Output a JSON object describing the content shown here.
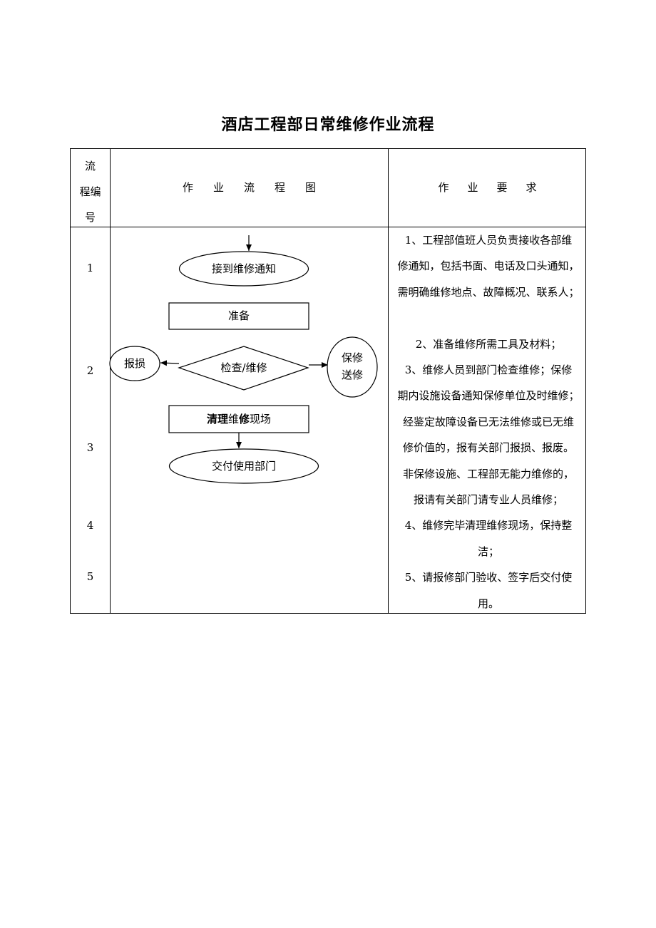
{
  "title": "酒店工程部日常维修作业流程",
  "table": {
    "headers": {
      "number": [
        "流",
        "程编",
        "号"
      ],
      "flow": "作业流程图",
      "requirements": "作业要求"
    },
    "step_numbers": [
      "1",
      "2",
      "3",
      "4",
      "5"
    ],
    "flowchart": {
      "receive": "接到维修通知",
      "prepare": "准备",
      "inspect": "检查/维修",
      "report_loss": "报损",
      "warranty_line1": "保修",
      "warranty_line2": "送修",
      "clean_part1": "清理",
      "clean_part2": "维",
      "clean_part3": "修",
      "clean_part4": "现场",
      "deliver": "交付使用部门"
    },
    "requirements": [
      "1、工程部值班人员负责接收各部维",
      "修通知，包括书面、电话及口头通知，",
      "需明确维修地点、故障概况、联系人；",
      "",
      "2、准备维修所需工具及材料；",
      "3、维修人员到部门检查维修；保修",
      "期内设施设备通知保修单位及时维修；",
      "经鉴定故障设备已无法维修或已无维",
      "修价值的，报有关部门报损、报废。",
      "非保修设施、工程部无能力维修的，",
      "报请有关部门请专业人员维修；",
      "4、维修完毕清理维修现场，保持整",
      "洁；",
      "5、请报修部门验收、签字后交付使",
      "用。"
    ]
  }
}
